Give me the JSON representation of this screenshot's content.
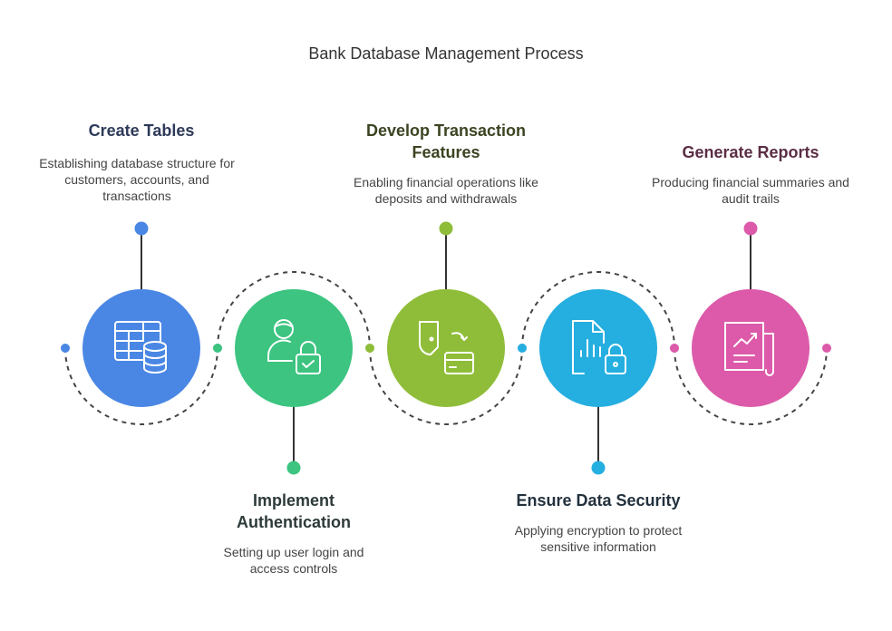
{
  "title": "Bank Database Management Process",
  "steps": [
    {
      "title": "Create Tables",
      "description": "Establishing database structure for customers, accounts, and transactions",
      "color": "#4a87e5",
      "title_color": "#2e3a59",
      "icon": "table-database-icon"
    },
    {
      "title": "Implement Authentication",
      "description": "Setting up user login and access controls",
      "color": "#3cc480",
      "title_color": "#2e3a3a",
      "icon": "user-lock-icon"
    },
    {
      "title": "Develop Transaction Features",
      "description": "Enabling financial operations like deposits and withdrawals",
      "color": "#8fbd39",
      "title_color": "#3b4422",
      "icon": "wallet-card-icon"
    },
    {
      "title": "Ensure Data Security",
      "description": "Applying encryption to protect sensitive information",
      "color": "#25aee0",
      "title_color": "#23313d",
      "icon": "chart-lock-icon"
    },
    {
      "title": "Generate Reports",
      "description": "Producing financial summaries and audit trails",
      "color": "#dc5aa9",
      "title_color": "#5b2e45",
      "icon": "report-trend-icon"
    }
  ]
}
